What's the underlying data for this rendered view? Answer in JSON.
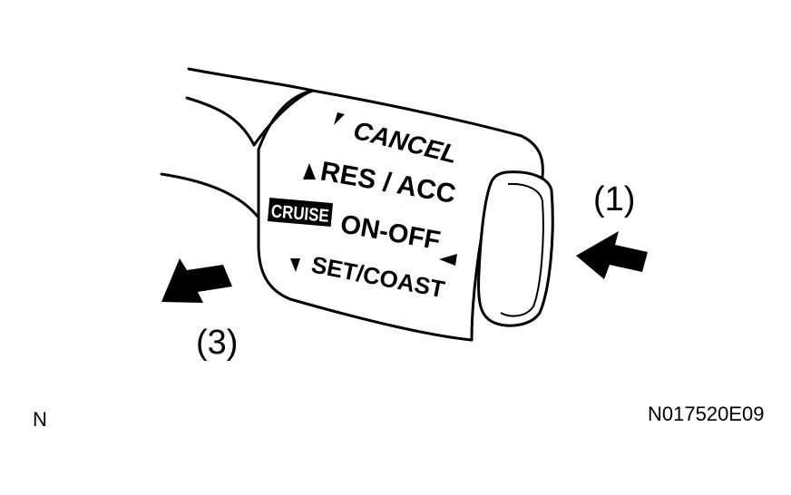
{
  "lever": {
    "cancel": "CANCEL",
    "res_acc": "RES / ACC",
    "cruise": "CRUISE",
    "on_off": "ON-OFF",
    "set_coast": "SET/COAST"
  },
  "callouts": {
    "one": "(1)",
    "three": "(3)"
  },
  "footer": {
    "left": "N",
    "right": "N017520E09"
  },
  "colors": {
    "ink": "#000000",
    "paper": "#ffffff"
  }
}
